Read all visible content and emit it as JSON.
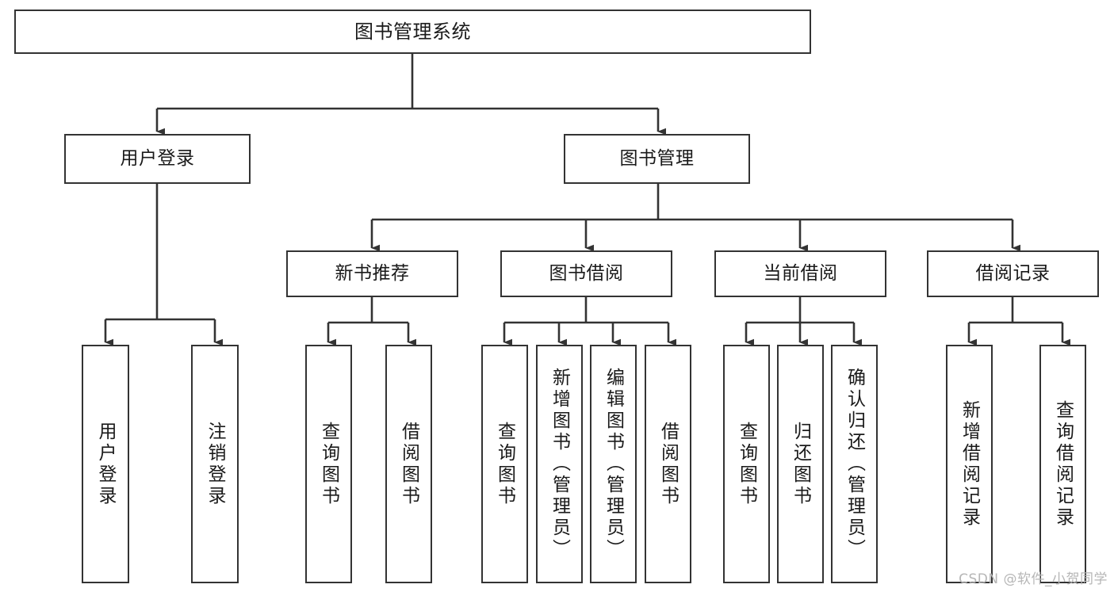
{
  "diagram": {
    "title": "图书管理系统",
    "type": "tree",
    "orientation": "top-down",
    "line_color": "#333333",
    "box_border_color": "#333333",
    "box_fill_color": "#ffffff",
    "text_color": "#1a1a1a",
    "levels": 4
  },
  "nodes": {
    "root": {
      "label": "图书管理系统",
      "level": 1
    },
    "l2": [
      {
        "id": "user-login",
        "label": "用户登录",
        "level": 2
      },
      {
        "id": "book-manage",
        "label": "图书管理",
        "level": 2
      }
    ],
    "l3": [
      {
        "id": "new-book-recommend",
        "label": "新书推荐",
        "level": 3,
        "parent": "book-manage"
      },
      {
        "id": "book-borrow",
        "label": "图书借阅",
        "level": 3,
        "parent": "book-manage"
      },
      {
        "id": "current-borrow",
        "label": "当前借阅",
        "level": 3,
        "parent": "book-manage"
      },
      {
        "id": "borrow-record",
        "label": "借阅记录",
        "level": 3,
        "parent": "book-manage"
      }
    ],
    "leaves": [
      {
        "id": "leaf-user-login",
        "label": "用户登录",
        "parent": "user-login"
      },
      {
        "id": "leaf-logout-login",
        "label": "注销登录",
        "parent": "user-login"
      },
      {
        "id": "leaf-query-book-1",
        "label": "查询图书",
        "parent": "new-book-recommend"
      },
      {
        "id": "leaf-borrow-book-1",
        "label": "借阅图书",
        "parent": "new-book-recommend"
      },
      {
        "id": "leaf-query-book-2",
        "label": "查询图书",
        "parent": "book-borrow"
      },
      {
        "id": "leaf-add-book",
        "label": "新增图书（管理员）",
        "parent": "book-borrow"
      },
      {
        "id": "leaf-edit-book",
        "label": "编辑图书（管理员）",
        "parent": "book-borrow"
      },
      {
        "id": "leaf-borrow-book-2",
        "label": "借阅图书",
        "parent": "book-borrow"
      },
      {
        "id": "leaf-query-book-3",
        "label": "查询图书",
        "parent": "current-borrow"
      },
      {
        "id": "leaf-return-book",
        "label": "归还图书",
        "parent": "current-borrow"
      },
      {
        "id": "leaf-confirm-return",
        "label": "确认归还（管理员）",
        "parent": "current-borrow"
      },
      {
        "id": "leaf-add-record",
        "label": "新增借阅记录",
        "parent": "borrow-record"
      },
      {
        "id": "leaf-query-record",
        "label": "查询借阅记录",
        "parent": "borrow-record"
      }
    ]
  },
  "watermark": {
    "text": "CSDN @软件_小贺同学"
  }
}
